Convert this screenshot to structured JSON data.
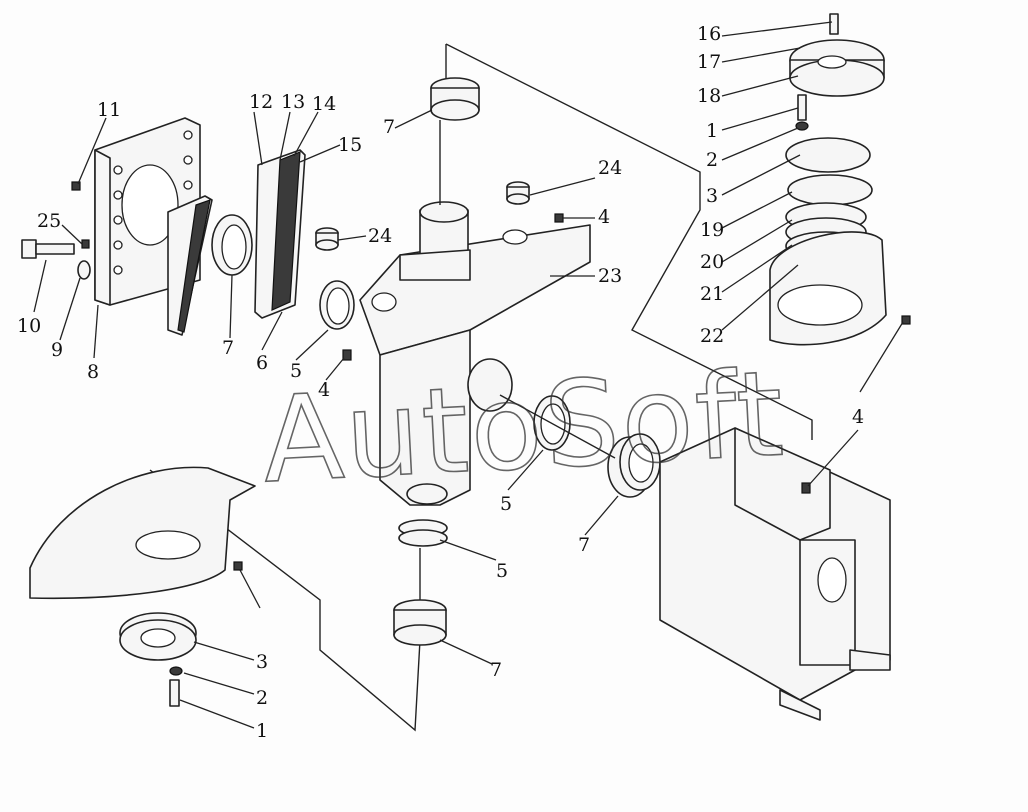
{
  "diagram": {
    "watermark": "AutoSoft",
    "callouts": [
      "16",
      "17",
      "18",
      "1",
      "2",
      "3",
      "19",
      "20",
      "21",
      "22",
      "24",
      "4",
      "23",
      "7",
      "11",
      "12",
      "13",
      "14",
      "15",
      "25",
      "10",
      "9",
      "8",
      "6",
      "5",
      "7",
      "4",
      "5",
      "7",
      "5",
      "7",
      "4",
      "3",
      "2",
      "1",
      "24"
    ]
  }
}
